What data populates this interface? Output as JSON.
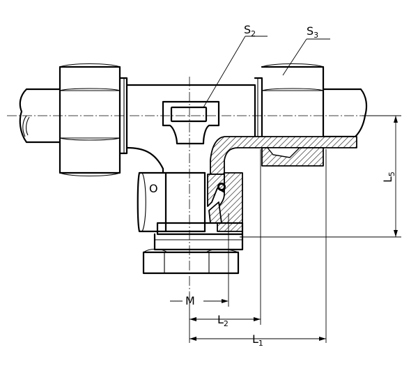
{
  "labels": {
    "s2": {
      "main": "S",
      "sub": "2"
    },
    "s3": {
      "main": "S",
      "sub": "3"
    },
    "o": "O",
    "m": "M",
    "l1": {
      "main": "L",
      "sub": "1"
    },
    "l2": {
      "main": "L",
      "sub": "2"
    },
    "l5": {
      "main": "L",
      "sub": "5"
    }
  }
}
